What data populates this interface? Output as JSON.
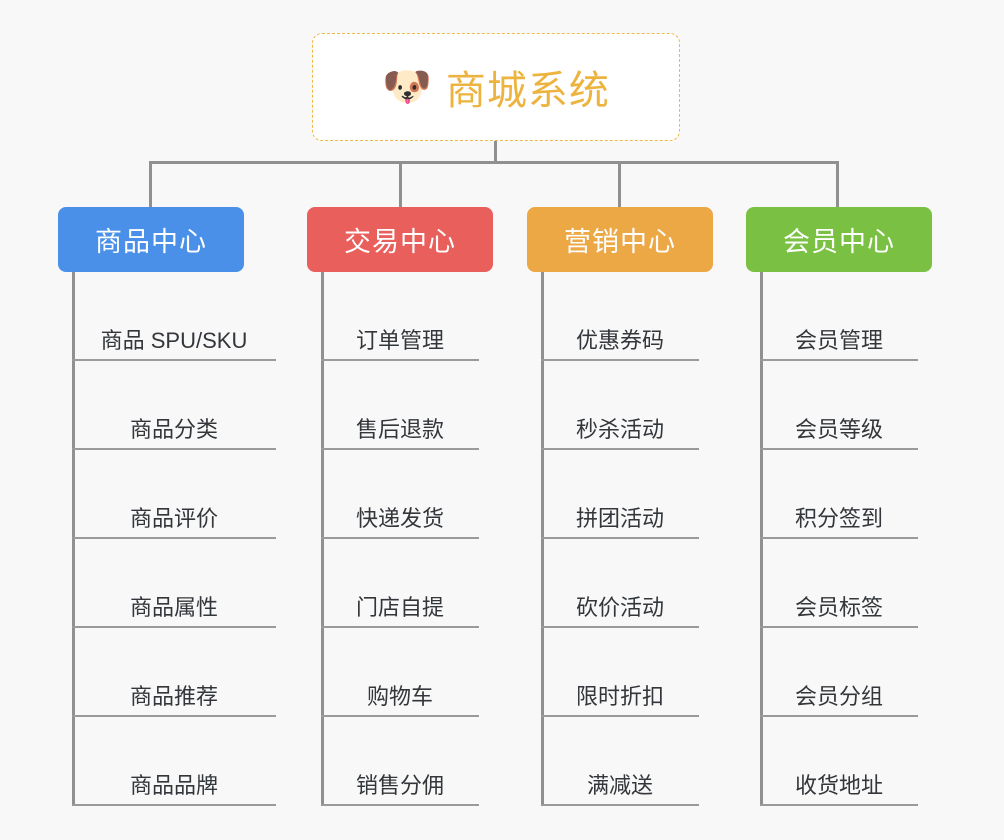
{
  "background_color": "#f8f8f8",
  "root": {
    "icon": "dog-face-icon",
    "icon_glyph": "🐶",
    "title": "商城系统",
    "title_color": "#edb33f",
    "border_color": "#f0b849"
  },
  "connector_color": "#909090",
  "columns": [
    {
      "label": "商品中心",
      "color": "#4a90e8",
      "items": [
        "商品 SPU/SKU",
        "商品分类",
        "商品评价",
        "商品属性",
        "商品推荐",
        "商品品牌"
      ]
    },
    {
      "label": "交易中心",
      "color": "#e95f5c",
      "items": [
        "订单管理",
        "售后退款",
        "快递发货",
        "门店自提",
        "购物车",
        "销售分佣"
      ]
    },
    {
      "label": "营销中心",
      "color": "#eda846",
      "items": [
        "优惠券码",
        "秒杀活动",
        "拼团活动",
        "砍价活动",
        "限时折扣",
        "满减送"
      ]
    },
    {
      "label": "会员中心",
      "color": "#7ac143",
      "items": [
        "会员管理",
        "会员等级",
        "积分签到",
        "会员标签",
        "会员分组",
        "收货地址"
      ]
    }
  ]
}
